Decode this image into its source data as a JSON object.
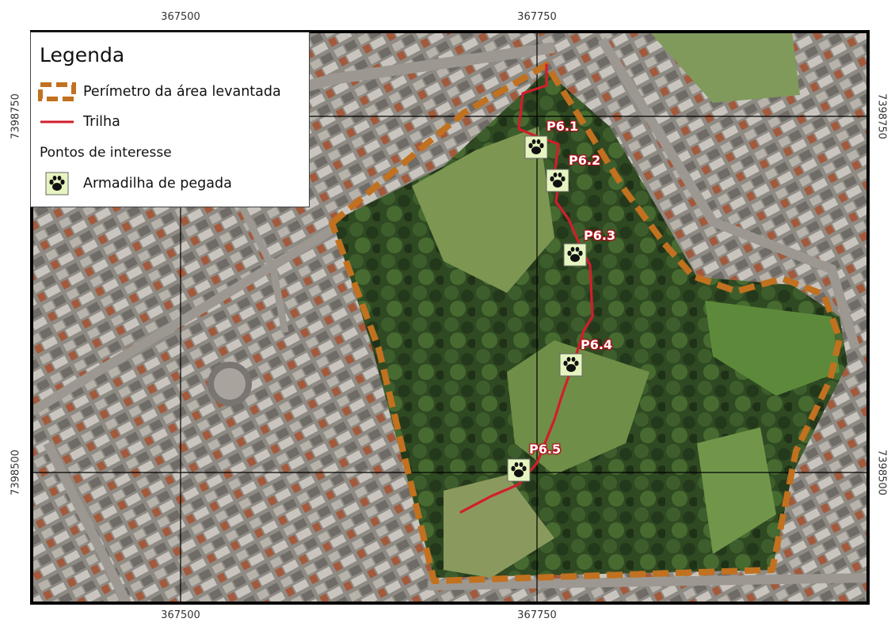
{
  "legend": {
    "title": "Legenda",
    "perimeter_label": "Perímetro da área levantada",
    "trail_label": "Trilha",
    "poi_heading": "Pontos de interesse",
    "trap_label": "Armadilha de pegada"
  },
  "grid": {
    "easting_labels": [
      "367500",
      "367750"
    ],
    "northing_labels": [
      "7398750",
      "7398500"
    ]
  },
  "points": [
    "P6.1",
    "P6.2",
    "P6.3",
    "P6.4",
    "P6.5"
  ],
  "icons": {
    "trap": "paw-print-icon"
  },
  "colors": {
    "perimeter": "#c1711f",
    "trail": "#d21e2c",
    "trap_fill": "#e6f5c0",
    "label_halo": "#b0101a",
    "vegetation_dark": "#2f4a22",
    "vegetation_light": "#7d9652",
    "urban": "#8e8a84"
  }
}
